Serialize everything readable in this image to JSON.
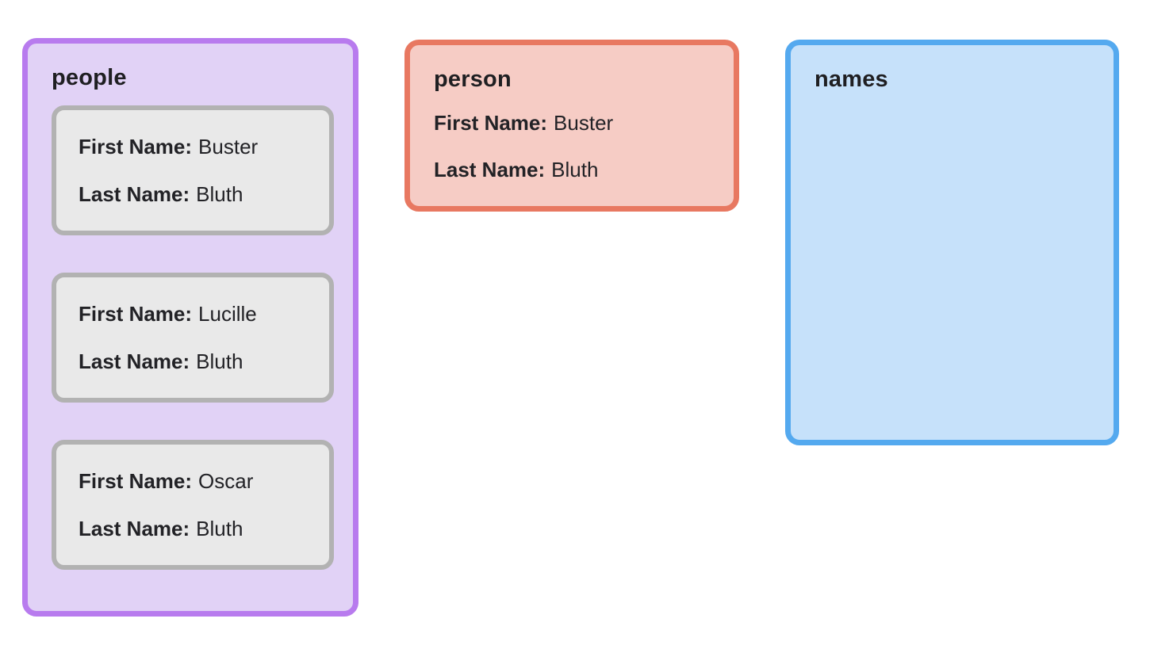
{
  "diagram": {
    "description": "variable state diagram with three boxes"
  },
  "colors": {
    "canvas_bg": "#ffffff",
    "people_border": "#b87bee",
    "people_bg": "#e1d2f6",
    "card_border": "#b2b2b2",
    "card_bg": "#e9e9e9",
    "person_border": "#e87861",
    "person_bg": "#f6ccc5",
    "names_border": "#54a9ef",
    "names_bg": "#c6e1fa",
    "text": "#1f1f22"
  },
  "people": {
    "title": "people",
    "cards": [
      {
        "first_label": "First Name:",
        "first_value": "Buster",
        "last_label": "Last Name:",
        "last_value": "Bluth"
      },
      {
        "first_label": "First Name:",
        "first_value": "Lucille",
        "last_label": "Last Name:",
        "last_value": "Bluth"
      },
      {
        "first_label": "First Name:",
        "first_value": "Oscar",
        "last_label": "Last Name:",
        "last_value": "Bluth"
      }
    ]
  },
  "person": {
    "title": "person",
    "first_label": "First Name:",
    "first_value": "Buster",
    "last_label": "Last Name:",
    "last_value": "Bluth"
  },
  "names": {
    "title": "names"
  }
}
